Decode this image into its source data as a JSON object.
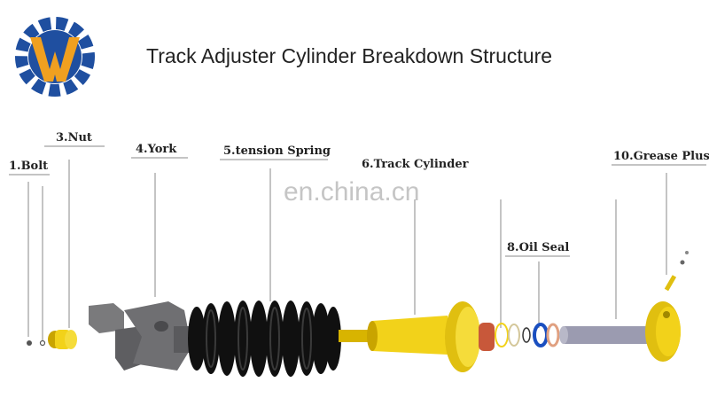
{
  "title": "Track Adjuster Cylinder Breakdown Structure",
  "watermark": "en.china.cn",
  "colors": {
    "logo_blue": "#1f4fa0",
    "logo_orange": "#f0a020",
    "part_yellow": "#f2d21a",
    "part_black": "#151515",
    "part_gray": "#6f6f72",
    "rod_gray": "#9b9bb0",
    "seal_blue": "#1a4fc0"
  },
  "parts": [
    {
      "id": "bolt",
      "label": "1.Bolt"
    },
    {
      "id": "nut",
      "label": "3.Nut"
    },
    {
      "id": "york",
      "label": "4.York"
    },
    {
      "id": "spring",
      "label": "5.tension Spring"
    },
    {
      "id": "cylinder",
      "label": "6.Track Cylinder"
    },
    {
      "id": "oil_seal",
      "label": "8.Oil Seal"
    },
    {
      "id": "grease",
      "label": "10.Grease Plus"
    }
  ]
}
